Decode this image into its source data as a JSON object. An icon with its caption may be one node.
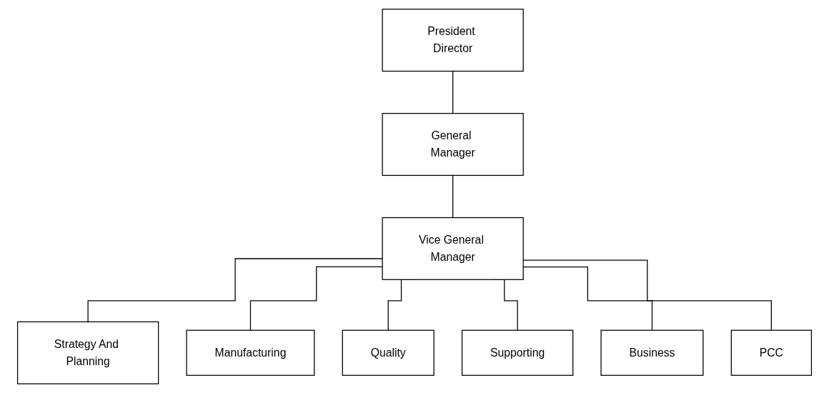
{
  "diagram": {
    "nodes": [
      {
        "text": [
          "President Director"
        ]
      },
      {
        "text": [
          "General Manager"
        ]
      },
      {
        "text": [
          "Vice General Manager"
        ]
      },
      {
        "text": [
          "Strategy And Planning"
        ]
      },
      {
        "text": [
          "Manufacturing"
        ]
      },
      {
        "text": [
          "Quality"
        ]
      },
      {
        "text": [
          "Supporting"
        ]
      },
      {
        "text": [
          "Business"
        ]
      },
      {
        "text": [
          "PCC"
        ]
      }
    ],
    "edges": [
      {
        "from": 0,
        "to": 1,
        "arrow": "none"
      },
      {
        "from": 1,
        "to": 2,
        "arrow": "none"
      },
      {
        "from": 2,
        "to": 3,
        "arrow": "none"
      },
      {
        "from": 2,
        "to": 4,
        "arrow": "none"
      },
      {
        "from": 2,
        "to": 5,
        "arrow": "none"
      },
      {
        "from": 2,
        "to": 6,
        "arrow": "none"
      },
      {
        "from": 2,
        "to": 7,
        "arrow": "none"
      },
      {
        "from": 2,
        "to": 8,
        "arrow": "none"
      }
    ]
  }
}
